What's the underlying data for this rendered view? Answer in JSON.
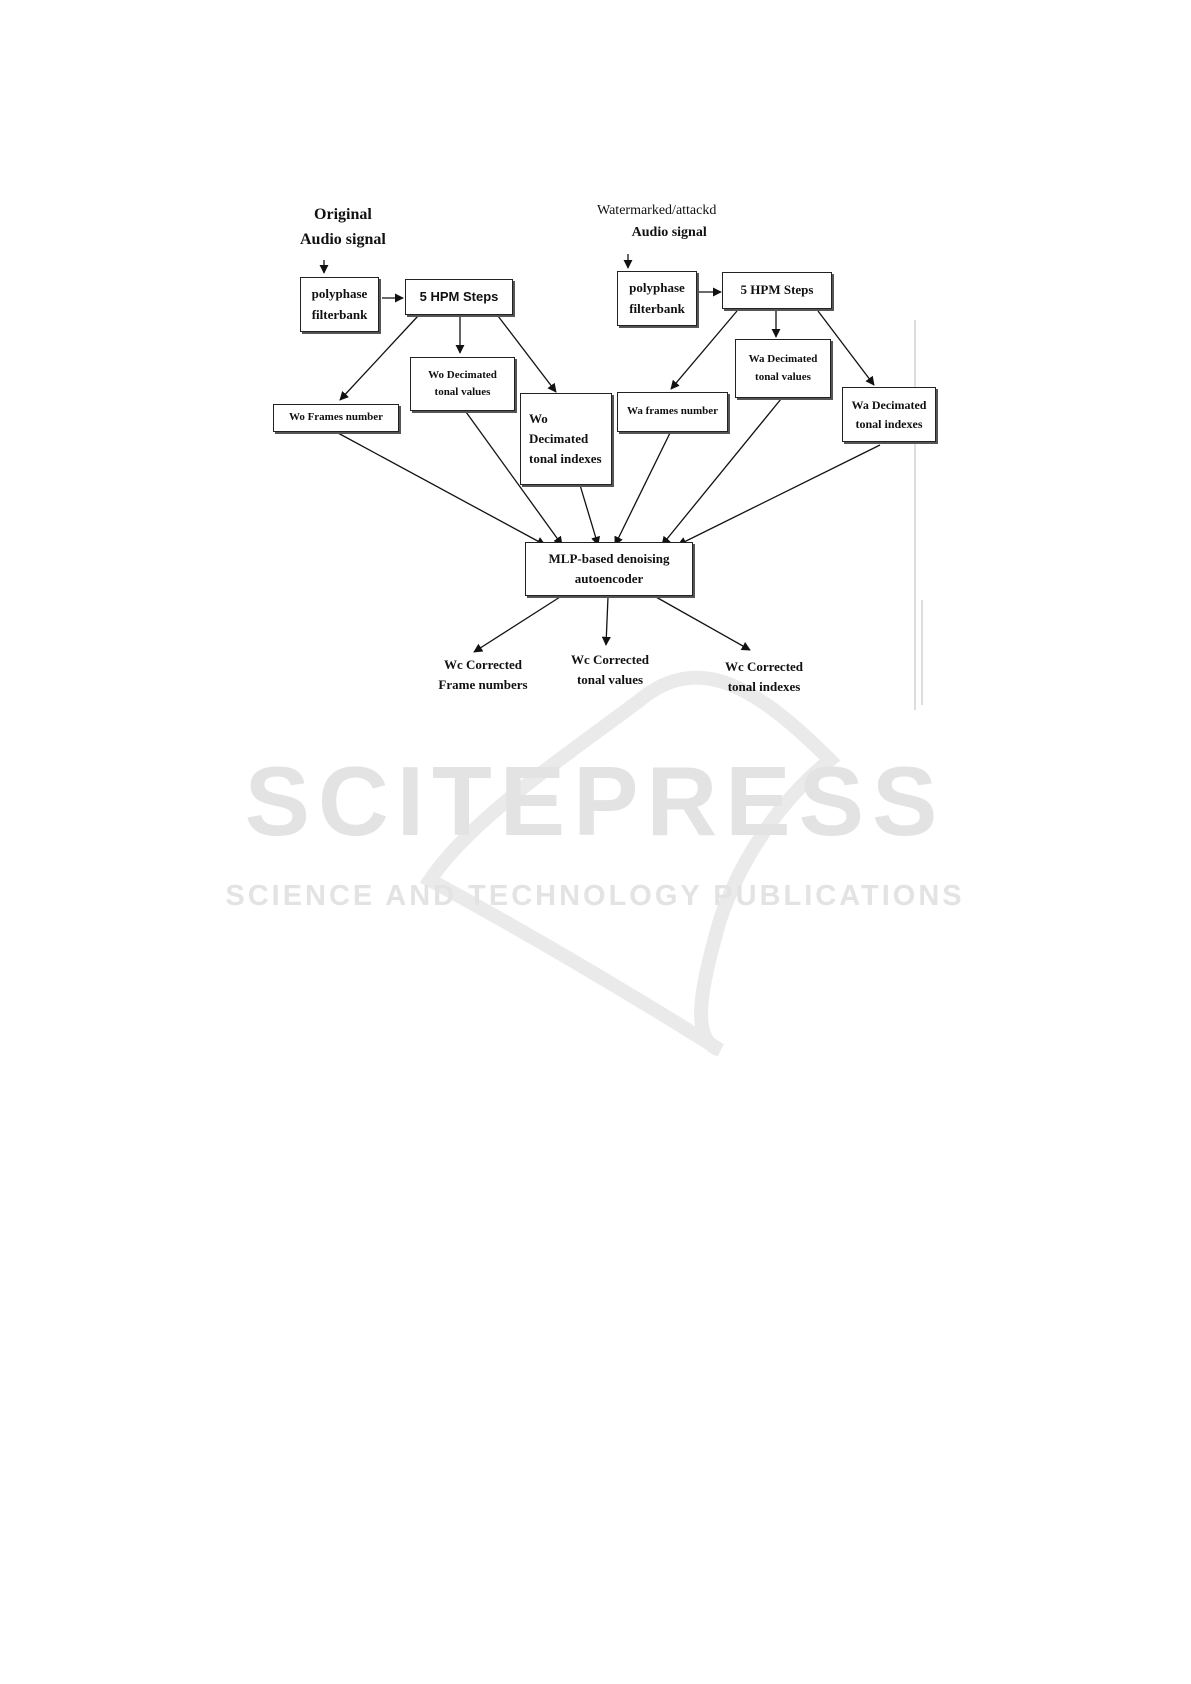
{
  "watermark": {
    "brand": "SCITEPRESS",
    "tagline": "SCIENCE AND TECHNOLOGY PUBLICATIONS"
  },
  "colors": {
    "ink": "#111111",
    "box_border": "#222222",
    "watermark_gray": "#e3e3e3"
  },
  "diagram": {
    "original_input": {
      "line1": "Original",
      "line2": "Audio signal"
    },
    "attacked_input": {
      "line1": "Watermarked/attackd",
      "line2": "Audio signal"
    },
    "left_filterbank": {
      "line1": "polyphase",
      "line2": "filterbank"
    },
    "left_hpm": {
      "label": "5 HPM Steps"
    },
    "right_filterbank": {
      "line1": "polyphase",
      "line2": "filterbank"
    },
    "right_hpm": {
      "label": "5 HPM Steps"
    },
    "wo_frames": {
      "label": "Wo Frames number"
    },
    "wo_values": {
      "line1": "Wo Decimated",
      "line2": "tonal values"
    },
    "wo_indexes": {
      "line1": "Wo",
      "line2": "Decimated",
      "line3": "tonal indexes"
    },
    "wa_frames": {
      "label": "Wa frames number"
    },
    "wa_values": {
      "line1": "Wa Decimated",
      "line2": "tonal values"
    },
    "wa_indexes": {
      "line1": "Wa Decimated",
      "line2": "tonal indexes"
    },
    "autoencoder": {
      "line1": "MLP-based denoising",
      "line2": "autoencoder"
    },
    "out_frames": {
      "line1": "Wc Corrected",
      "line2": "Frame numbers"
    },
    "out_values": {
      "line1": "Wc Corrected",
      "line2": "tonal values"
    },
    "out_indexes": {
      "line1": "Wc Corrected",
      "line2": "tonal indexes"
    }
  }
}
